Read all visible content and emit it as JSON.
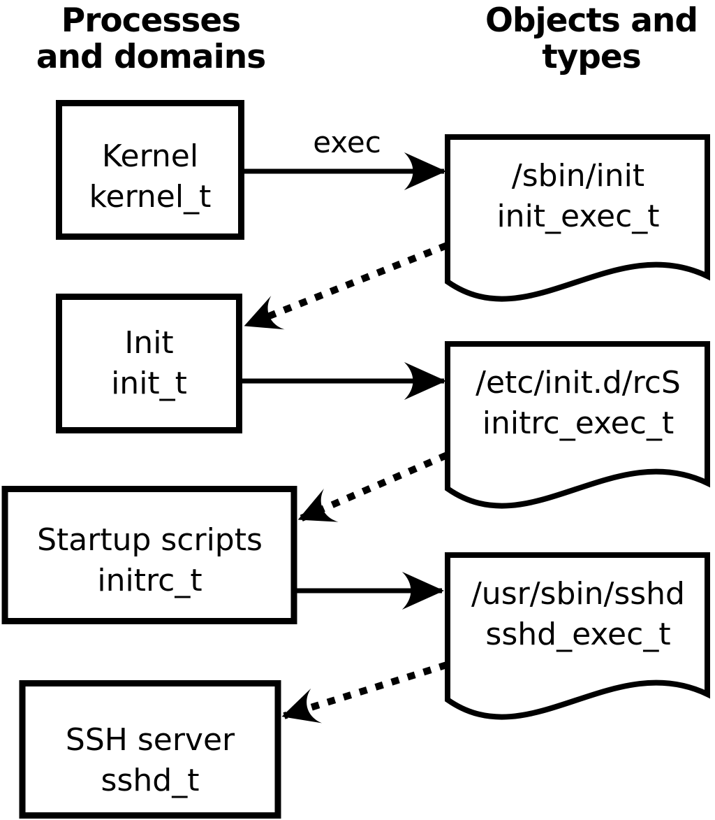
{
  "headers": {
    "left": {
      "line1": "Processes",
      "line2": "and domains"
    },
    "right": {
      "line1": "Objects and",
      "line2": "types"
    }
  },
  "processes": [
    {
      "name": "Kernel",
      "domain": "kernel_t"
    },
    {
      "name": "Init",
      "domain": "init_t"
    },
    {
      "name": "Startup scripts",
      "domain": "initrc_t"
    },
    {
      "name": "SSH server",
      "domain": "sshd_t"
    }
  ],
  "objects": [
    {
      "path": "/sbin/init",
      "type": "init_exec_t"
    },
    {
      "path": "/etc/init.d/rcS",
      "type": "initrc_exec_t"
    },
    {
      "path": "/usr/sbin/sshd",
      "type": "sshd_exec_t"
    }
  ],
  "labels": {
    "exec": "exec"
  },
  "colors": {
    "foreground": "#000000",
    "background": "#ffffff"
  }
}
